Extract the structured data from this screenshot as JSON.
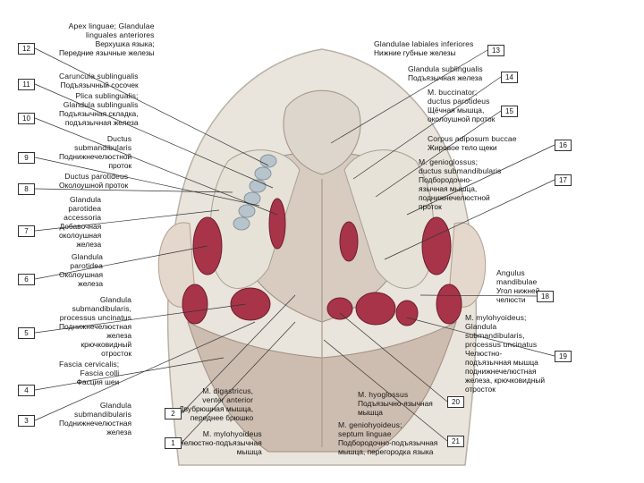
{
  "left_labels": [
    {
      "n": "12",
      "lat": [
        "Apex linguae; Glandulae",
        "linguales anteriores"
      ],
      "ru": [
        "Верхушка языка;",
        "Передние язычные железы"
      ]
    },
    {
      "n": "11",
      "lat": [
        "Caruncula sublingualis"
      ],
      "ru": [
        "Подъязычный сосочек"
      ]
    },
    {
      "n": "10",
      "lat": [
        "Plica sublingualis;",
        "Glandula sublingualis"
      ],
      "ru": [
        "Подъязычная складка,",
        "подъязычная железа"
      ]
    },
    {
      "n": "9",
      "lat": [
        "Ductus",
        "submandibularis"
      ],
      "ru": [
        "Поднижнечелюстной",
        "проток"
      ]
    },
    {
      "n": "8",
      "lat": [
        "Ductus parotideus"
      ],
      "ru": [
        "Околоушной проток"
      ]
    },
    {
      "n": "7",
      "lat": [
        "Glandula",
        "parotidea",
        "accessoria"
      ],
      "ru": [
        "Добавочная",
        "околоушная",
        "железа"
      ]
    },
    {
      "n": "6",
      "lat": [
        "Glandula",
        "parotidea"
      ],
      "ru": [
        "Околоушная",
        "железа"
      ]
    },
    {
      "n": "5",
      "lat": [
        "Glandula",
        "submandibularis,",
        "processus uncinatus"
      ],
      "ru": [
        "Поднижнечелюстная",
        "железа",
        "крючковидный",
        "отросток"
      ]
    },
    {
      "n": "4",
      "lat": [
        "Fascia cervicalis;",
        "Fascia colli"
      ],
      "ru": [
        "Фасция шеи"
      ]
    },
    {
      "n": "3",
      "lat": [
        "Glandula",
        "submandibularis"
      ],
      "ru": [
        "Поднижнечелюстная",
        "железа"
      ]
    }
  ],
  "bottom_left_labels": [
    {
      "n": "2",
      "lat": [
        "M. digastricus,",
        "venter anterior"
      ],
      "ru": [
        "Двубрюшная мышца,",
        "переднее брюшко"
      ]
    },
    {
      "n": "1",
      "lat": [
        "M. mylohyoideus"
      ],
      "ru": [
        "Челюстно-подъязычная",
        "мышца"
      ]
    }
  ],
  "right_labels": [
    {
      "n": "13",
      "lat": [
        "Glandulae labiales inferiores"
      ],
      "ru": [
        "Нижние губные железы"
      ]
    },
    {
      "n": "14",
      "lat": [
        "Glandula sublingualis"
      ],
      "ru": [
        "Подъязычная железа"
      ]
    },
    {
      "n": "15",
      "lat": [
        "M. buccinator;",
        "ductus parotideus"
      ],
      "ru": [
        "Щёчная мышца,",
        "околоушной проток"
      ]
    },
    {
      "n": "16",
      "lat": [
        "Corpus adiposum buccae"
      ],
      "ru": [
        "Жировое тело щеки"
      ]
    },
    {
      "n": "17",
      "lat": [
        "M. genioglossus;",
        "ductus submandibularis"
      ],
      "ru": [
        "Подбородочно-",
        "язычная мышца,",
        "поднижнечелюстной",
        "проток"
      ]
    },
    {
      "n": "18",
      "lat": [
        "Angulus",
        "mandibulae"
      ],
      "ru": [
        "Угол нижней",
        "челюсти"
      ]
    },
    {
      "n": "19",
      "lat": [
        "M. mylohyoideus;",
        "Glandula",
        "submandibularis,",
        "processus uncinatus"
      ],
      "ru": [
        "Челюстно-",
        "подъязычная мышца",
        "поднижнечелюстная",
        "железа, крючковидный",
        "отросток"
      ]
    }
  ],
  "bottom_right_labels": [
    {
      "n": "20",
      "lat": [
        "M. hyoglossus"
      ],
      "ru": [
        "Подъязычно-язычная",
        "мышца"
      ]
    },
    {
      "n": "21",
      "lat": [
        "M. geniohyoideus;",
        "septum linguae"
      ],
      "ru": [
        "Подбородочно-подъязычная",
        "мышца, перегородка языка"
      ]
    }
  ],
  "colors": {
    "skin": "#e9e4dc",
    "muscle": "#cdbdb0",
    "gland": "#a8344a",
    "bone": "#e6e2d8",
    "teeth": "#b8c4cc",
    "line": "#333333"
  }
}
